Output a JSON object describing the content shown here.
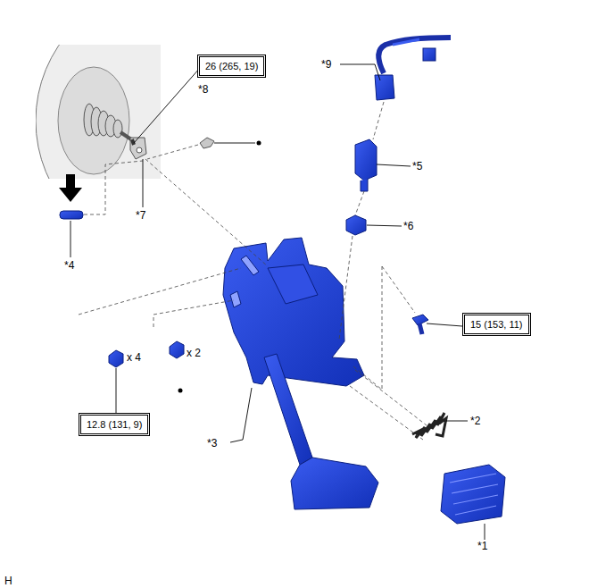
{
  "diagram": {
    "nodes": [
      {
        "text": [
          "26 (265, 19)"
        ]
      },
      {
        "text": [
          "15 (153, 11)"
        ]
      },
      {
        "text": [
          "12.8 (131, 9)"
        ]
      }
    ],
    "labels": [
      "*8",
      "*9",
      "*7",
      "*5",
      "*4",
      "*6",
      "x 4",
      "x 2",
      "*3",
      "*2",
      "*1",
      "H"
    ]
  }
}
